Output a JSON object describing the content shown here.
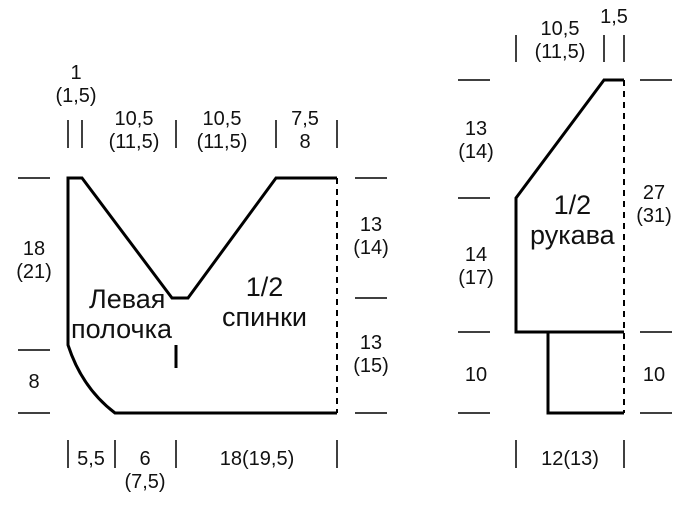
{
  "front_back": {
    "name_front": [
      "Левая",
      "полочка"
    ],
    "name_back": [
      "1/2",
      "спинки"
    ],
    "top_dims": [
      {
        "a": "1",
        "b": "(1,5)"
      },
      {
        "a": "10,5",
        "b": "(11,5)"
      },
      {
        "a": "10,5",
        "b": "(11,5)"
      },
      {
        "a": "7,5",
        "b": "8"
      }
    ],
    "left_dims": [
      {
        "a": "18",
        "b": "(21)"
      },
      {
        "a": "8",
        "b": ""
      }
    ],
    "right_dims": [
      {
        "a": "13",
        "b": "(14)"
      },
      {
        "a": "13",
        "b": "(15)"
      }
    ],
    "bottom_dims": [
      {
        "a": "5,5",
        "b": ""
      },
      {
        "a": "6",
        "b": "(7,5)"
      },
      {
        "a": "18(19,5)",
        "b": ""
      }
    ]
  },
  "sleeve": {
    "name": [
      "1/2",
      "рукава"
    ],
    "top_dims": [
      {
        "a": "10,5",
        "b": "(11,5)"
      },
      {
        "a": "1,5",
        "b": ""
      }
    ],
    "left_dims": [
      {
        "a": "13",
        "b": "(14)"
      },
      {
        "a": "14",
        "b": "(17)"
      },
      {
        "a": "10",
        "b": ""
      }
    ],
    "right_dims": [
      {
        "a": "27",
        "b": "(31)"
      },
      {
        "a": "10",
        "b": ""
      }
    ],
    "bottom_dims": [
      {
        "a": "12(13)",
        "b": ""
      }
    ]
  }
}
